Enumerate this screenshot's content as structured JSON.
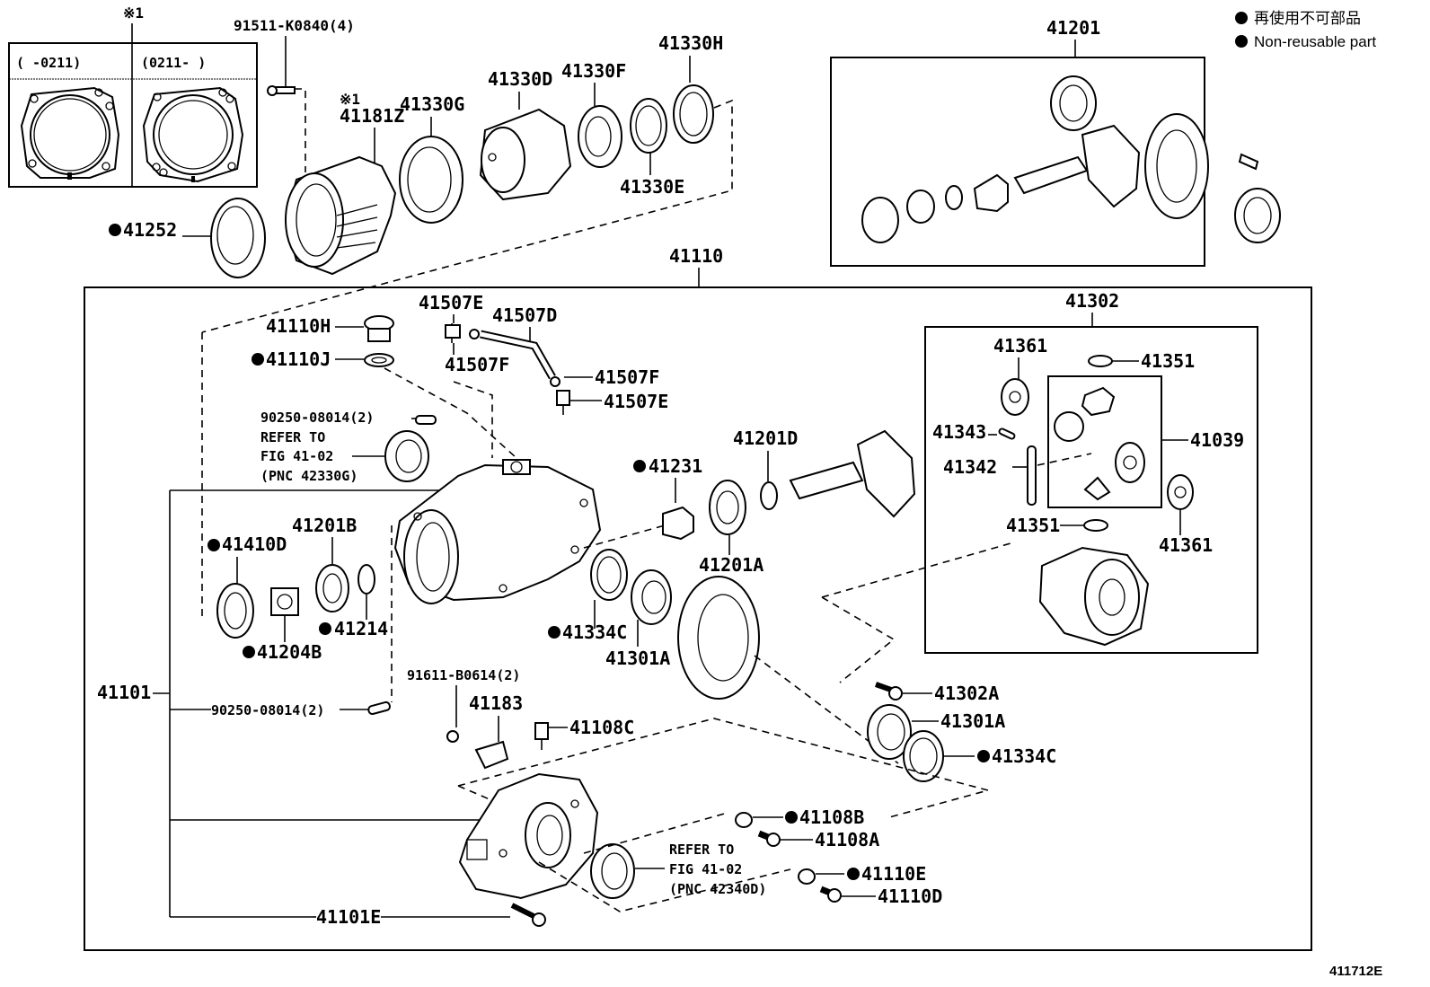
{
  "diagram": {
    "figure_id": "411712E",
    "legend": {
      "jp": "再使用不可部品",
      "en": "Non-reusable part",
      "marker": "filled-circle"
    },
    "inset": {
      "note_mark": "※1",
      "col_left": "(     -0211)",
      "col_right": "(0211-      )"
    },
    "callouts": {
      "c91511": "91511-K0840(4)",
      "c41181Z_note": "※1",
      "c41181Z": "41181Z",
      "c41330G": "41330G",
      "c41330D": "41330D",
      "c41330F": "41330F",
      "c41330H": "41330H",
      "c41330E": "41330E",
      "c41252": "41252",
      "c41201": "41201",
      "c41110": "41110",
      "c41110H": "41110H",
      "c41110J": "41110J",
      "c41507E_a": "41507E",
      "c41507D": "41507D",
      "c41507F_a": "41507F",
      "c41507F_b": "41507F",
      "c41507E_b": "41507E",
      "c90250_a": "90250-08014(2)",
      "refer1_l1": "REFER TO",
      "refer1_l2": "FIG 41-02",
      "refer1_l3": "(PNC 42330G)",
      "c41231": "41231",
      "c41201D": "41201D",
      "c41201A": "41201A",
      "c41302": "41302",
      "c41361_a": "41361",
      "c41351_a": "41351",
      "c41343": "41343",
      "c41342": "41342",
      "c41039": "41039",
      "c41351_b": "41351",
      "c41361_b": "41361",
      "c41410D": "41410D",
      "c41201B": "41201B",
      "c41214": "41214",
      "c41204B": "41204B",
      "c41334C_a": "41334C",
      "c41301A_a": "41301A",
      "c41101": "41101",
      "c90250_b": "90250-08014(2)",
      "c91611": "91611-B0614(2)",
      "c41183": "41183",
      "c41108C": "41108C",
      "c41302A": "41302A",
      "c41301A_b": "41301A",
      "c41334C_b": "41334C",
      "c41108B": "41108B",
      "c41108A": "41108A",
      "refer2_l1": "REFER TO",
      "refer2_l2": "FIG 41-02",
      "refer2_l3": "(PNC 42340D)",
      "c41110E": "41110E",
      "c41110D": "41110D",
      "c41101E": "41101E"
    },
    "non_reusable": [
      "41252",
      "41110J",
      "41231",
      "41410D",
      "41214",
      "41204B",
      "41334C",
      "41108B",
      "41110E"
    ]
  }
}
